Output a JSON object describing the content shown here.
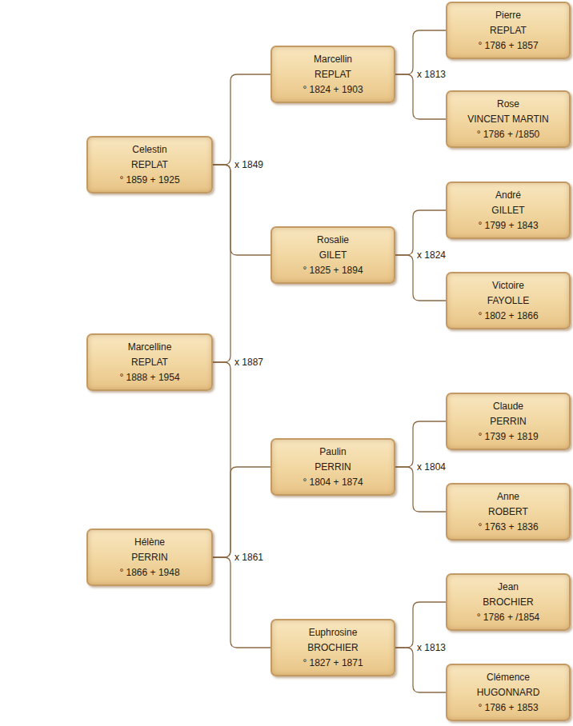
{
  "diagram": {
    "nodes": [
      {
        "text": [
          "Pierre",
          "REPLAT",
          "° 1786 + 1857"
        ]
      },
      {
        "text": [
          "Marcellin",
          "REPLAT",
          "° 1824 + 1903"
        ]
      },
      {
        "text": [
          "Rose",
          "VINCENT MARTIN",
          "° 1786 + /1850"
        ]
      },
      {
        "text": [
          "Celestin",
          "REPLAT",
          "° 1859 + 1925"
        ]
      },
      {
        "text": [
          "André",
          "GILLET",
          "° 1799 + 1843"
        ]
      },
      {
        "text": [
          "Rosalie",
          "GILET",
          "° 1825 + 1894"
        ]
      },
      {
        "text": [
          "Victoire",
          "FAYOLLE",
          "° 1802 + 1866"
        ]
      },
      {
        "text": [
          "Marcelline",
          "REPLAT",
          "° 1888 + 1954"
        ]
      },
      {
        "text": [
          "Claude",
          "PERRIN",
          "° 1739 + 1819"
        ]
      },
      {
        "text": [
          "Paulin",
          "PERRIN",
          "° 1804 + 1874"
        ]
      },
      {
        "text": [
          "Anne",
          "ROBERT",
          "° 1763 + 1836"
        ]
      },
      {
        "text": [
          "Hélène",
          "PERRIN",
          "° 1866 + 1948"
        ]
      },
      {
        "text": [
          "Jean",
          "BROCHIER",
          "° 1786 + /1854"
        ]
      },
      {
        "text": [
          "Euphrosine",
          "BROCHIER",
          "° 1827 + 1871"
        ]
      },
      {
        "text": [
          "Clémence",
          "HUGONNARD",
          "° 1786 + 1853"
        ]
      }
    ],
    "edges": [
      {
        "from": 7,
        "to": 3,
        "arrow": "none",
        "label": "x 1887"
      },
      {
        "from": 7,
        "to": 11,
        "arrow": "none"
      },
      {
        "from": 3,
        "to": 1,
        "arrow": "none",
        "label": "x 1849"
      },
      {
        "from": 3,
        "to": 5,
        "arrow": "none"
      },
      {
        "from": 11,
        "to": 9,
        "arrow": "none",
        "label": "x 1861"
      },
      {
        "from": 11,
        "to": 13,
        "arrow": "none"
      },
      {
        "from": 1,
        "to": 0,
        "arrow": "none",
        "label": "x 1813"
      },
      {
        "from": 1,
        "to": 2,
        "arrow": "none"
      },
      {
        "from": 5,
        "to": 4,
        "arrow": "none",
        "label": "x 1824"
      },
      {
        "from": 5,
        "to": 6,
        "arrow": "none"
      },
      {
        "from": 9,
        "to": 8,
        "arrow": "none",
        "label": "x 1804"
      },
      {
        "from": 9,
        "to": 10,
        "arrow": "none"
      },
      {
        "from": 13,
        "to": 12,
        "arrow": "none",
        "label": "x 1813"
      },
      {
        "from": 13,
        "to": 14,
        "arrow": "none"
      }
    ]
  }
}
